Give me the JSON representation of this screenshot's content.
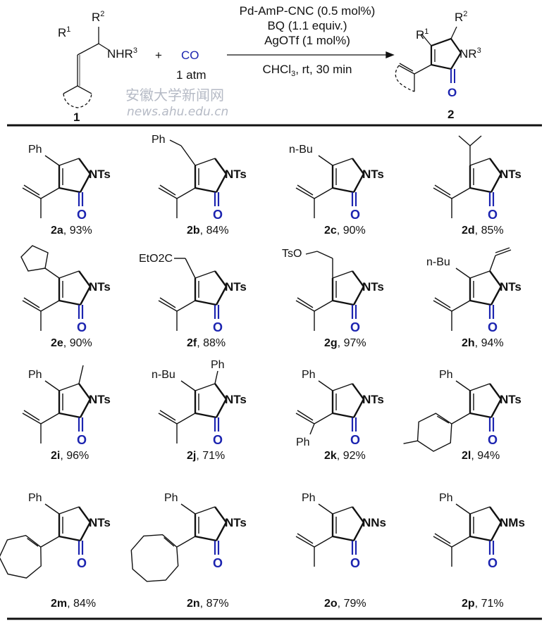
{
  "scheme": {
    "reactant": {
      "label": "1",
      "r1": "R",
      "r1_sup": "1",
      "r2": "R",
      "r2_sup": "2",
      "amine": "NHR",
      "amine_sup": "3"
    },
    "plus": "+",
    "co": {
      "label": "CO",
      "pressure": "1 atm"
    },
    "conditions": [
      "Pd-AmP-CNC (0.5 mol%)",
      "BQ (1.1 equiv.)",
      "AgOTf (1 mol%)"
    ],
    "solvent": {
      "pre": "CHCl",
      "sub": "3",
      "post": ", rt, 30 min"
    },
    "product": {
      "label": "2",
      "r1": "R",
      "r1_sup": "1",
      "r2": "R",
      "r2_sup": "2",
      "n": "NR",
      "n_sup": "3",
      "o": "O"
    }
  },
  "colors": {
    "carbonyl": "#1c24b0",
    "text": "#111111"
  },
  "compounds": [
    {
      "id": "2a",
      "yield": "93%",
      "r4": "Ph",
      "r4_kind": "label",
      "r5": "",
      "n": "NTs",
      "alkene": "isopropenyl"
    },
    {
      "id": "2b",
      "yield": "84%",
      "r4": "Ph",
      "r4_kind": "benzyl",
      "r5": "",
      "n": "NTs",
      "alkene": "isopropenyl"
    },
    {
      "id": "2c",
      "yield": "90%",
      "r4": "n-Bu",
      "r4_kind": "label",
      "r5": "",
      "n": "NTs",
      "alkene": "isopropenyl"
    },
    {
      "id": "2d",
      "yield": "85%",
      "r4": "",
      "r4_kind": "isopropyl",
      "r5": "",
      "n": "NTs",
      "alkene": "isopropenyl"
    },
    {
      "id": "2e",
      "yield": "90%",
      "r4": "",
      "r4_kind": "cyclopentyl",
      "r5": "",
      "n": "NTs",
      "alkene": "isopropenyl"
    },
    {
      "id": "2f",
      "yield": "88%",
      "r4": "EtO2C",
      "r4_kind": "chain",
      "r5": "",
      "n": "NTs",
      "alkene": "isopropenyl"
    },
    {
      "id": "2g",
      "yield": "97%",
      "r4": "TsO",
      "r4_kind": "chain2",
      "r5": "",
      "n": "NTs",
      "alkene": "isopropenyl"
    },
    {
      "id": "2h",
      "yield": "94%",
      "r4": "n-Bu",
      "r4_kind": "label",
      "r5": "",
      "r5_kind": "vinyl",
      "n": "NTs",
      "alkene": "isopropenyl"
    },
    {
      "id": "2i",
      "yield": "96%",
      "r4": "Ph",
      "r4_kind": "label",
      "r5": "",
      "r5_kind": "methyl",
      "n": "NTs",
      "alkene": "isopropenyl"
    },
    {
      "id": "2j",
      "yield": "71%",
      "r4": "n-Bu",
      "r4_kind": "label",
      "r5": "Ph",
      "r5_kind": "label",
      "n": "NTs",
      "alkene": "isopropenyl"
    },
    {
      "id": "2k",
      "yield": "92%",
      "r4": "Ph",
      "r4_kind": "label",
      "r5": "",
      "n": "NTs",
      "alkene": "styryl",
      "alkene_label": "Ph"
    },
    {
      "id": "2l",
      "yield": "94%",
      "r4": "Ph",
      "r4_kind": "label",
      "r5": "",
      "n": "NTs",
      "alkene": "cyclohexenyl"
    },
    {
      "id": "2m",
      "yield": "84%",
      "r4": "Ph",
      "r4_kind": "label",
      "r5": "",
      "n": "NTs",
      "alkene": "cycloheptenyl"
    },
    {
      "id": "2n",
      "yield": "87%",
      "r4": "Ph",
      "r4_kind": "label",
      "r5": "",
      "n": "NTs",
      "alkene": "cyclooctenyl"
    },
    {
      "id": "2o",
      "yield": "79%",
      "r4": "Ph",
      "r4_kind": "label",
      "r5": "",
      "n": "NNs",
      "alkene": "isopropenyl"
    },
    {
      "id": "2p",
      "yield": "71%",
      "r4": "Ph",
      "r4_kind": "label",
      "r5": "",
      "n": "NMs",
      "alkene": "isopropenyl"
    }
  ],
  "watermark": {
    "cn": "安徽大学新闻网",
    "url": "news.ahu.edu.cn"
  }
}
